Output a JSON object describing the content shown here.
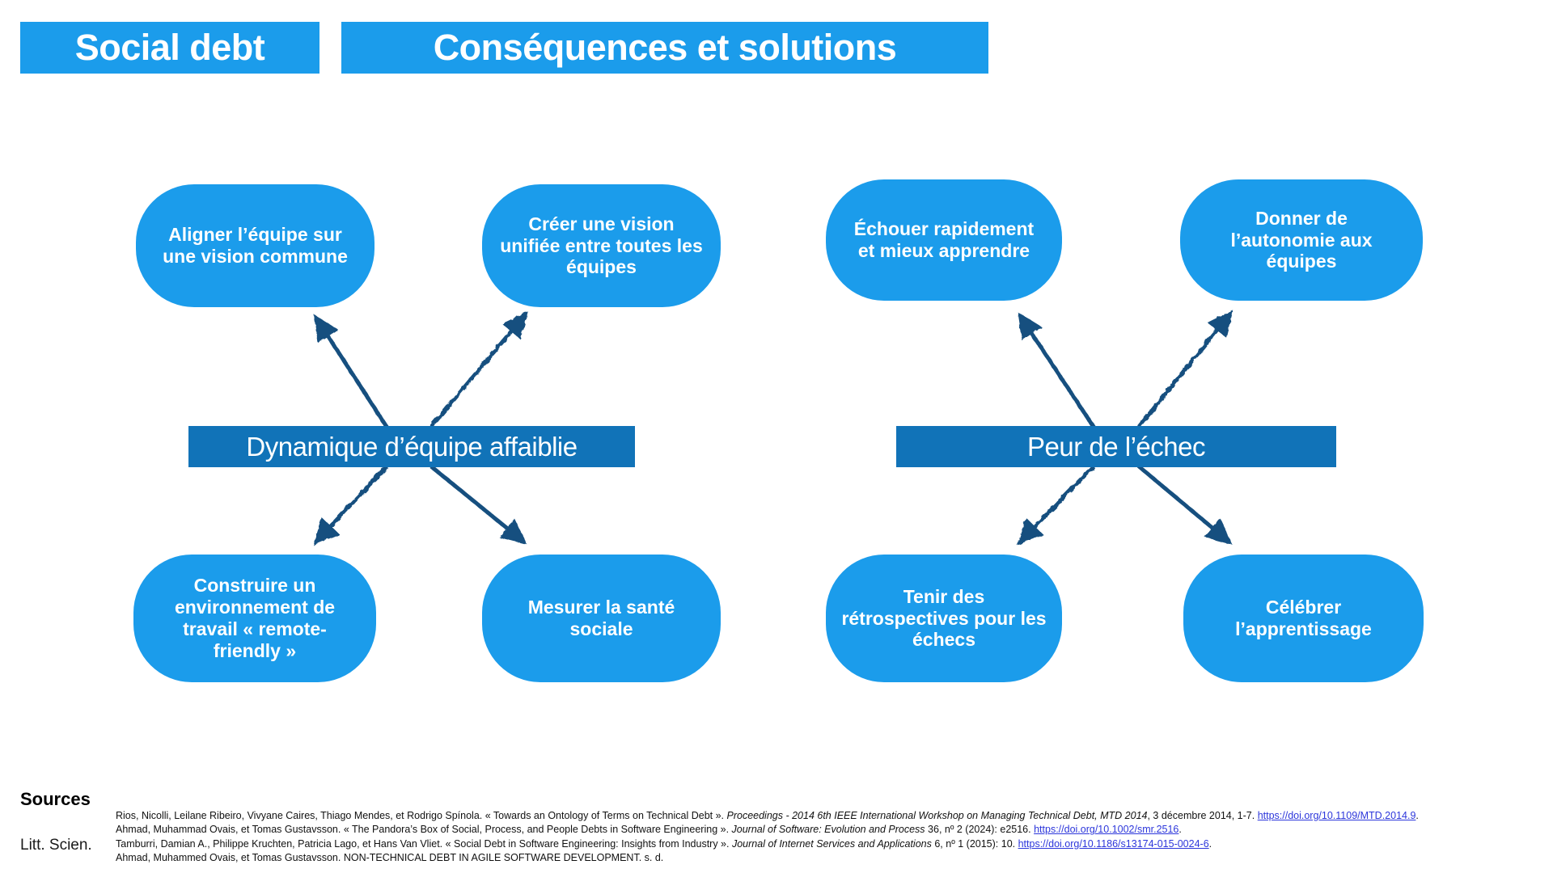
{
  "header": {
    "title1": "Social debt",
    "title2": "Conséquences et solutions"
  },
  "diagrams": {
    "left": {
      "center": "Dynamique d’équipe affaiblie",
      "top_left": "Aligner l’équipe sur\nune vision commune",
      "top_right": "Créer une vision\nunifiée entre toutes les\néquipes",
      "bottom_left": "Construire un\nenvironnement de\ntravail « remote-\nfriendly »",
      "bottom_right": "Mesurer la santé\nsociale"
    },
    "right": {
      "center": "Peur de l’échec",
      "top_left": "Échouer rapidement\net mieux apprendre",
      "top_right": "Donner de\nl’autonomie aux\néquipes",
      "bottom_left": "Tenir des\nrétrospectives pour les\néchecs",
      "bottom_right": "Célébrer\nl’apprentissage"
    }
  },
  "sources": {
    "heading": "Sources",
    "category_label": "Litt. Scien.",
    "citations": [
      [
        {
          "t": "Rios, Nicolli, Leilane Ribeiro, Vivyane Caires, Thiago Mendes, et Rodrigo Spínola. « Towards an Ontology of Terms on Technical Debt ». ",
          "s": "normal"
        },
        {
          "t": "Proceedings - 2014 6th IEEE International Workshop on Managing Technical Debt, MTD 2014",
          "s": "italic"
        },
        {
          "t": ", 3 décembre 2014, 1-7. ",
          "s": "normal"
        },
        {
          "t": "https://doi.org/10.1109/MTD.2014.9",
          "s": "link"
        },
        {
          "t": ".",
          "s": "normal"
        }
      ],
      [
        {
          "t": "Ahmad, Muhammad Ovais, et Tomas Gustavsson. « The Pandora’s Box of Social, Process, and People Debts in Software Engineering ». ",
          "s": "normal"
        },
        {
          "t": "Journal of Software: Evolution and Process",
          "s": "italic"
        },
        {
          "t": " 36, nº 2 (2024): e2516. ",
          "s": "normal"
        },
        {
          "t": "https://doi.org/10.1002/smr.2516",
          "s": "link"
        },
        {
          "t": ".",
          "s": "normal"
        }
      ],
      [
        {
          "t": "Tamburri, Damian A., Philippe Kruchten, Patricia Lago, et Hans Van Vliet. « Social Debt in Software Engineering: Insights from Industry ». ",
          "s": "normal"
        },
        {
          "t": "Journal of Internet Services and Applications",
          "s": "italic"
        },
        {
          "t": " 6, nº 1 (2015): 10. ",
          "s": "normal"
        },
        {
          "t": "https://doi.org/10.1186/s13174-015-0024-6",
          "s": "link"
        },
        {
          "t": ".",
          "s": "normal"
        }
      ],
      [
        {
          "t": "Ahmad, Muhammed Ovais, et Tomas Gustavsson. NON-TECHNICAL DEBT IN AGILE SOFTWARE DEVELOPMENT. s. d.",
          "s": "normal"
        }
      ]
    ]
  },
  "colors": {
    "bright_blue": "#1B9CEB",
    "bar_blue": "#1173B8",
    "arrow_navy": "#17507F",
    "link_blue": "#2C36DB"
  }
}
